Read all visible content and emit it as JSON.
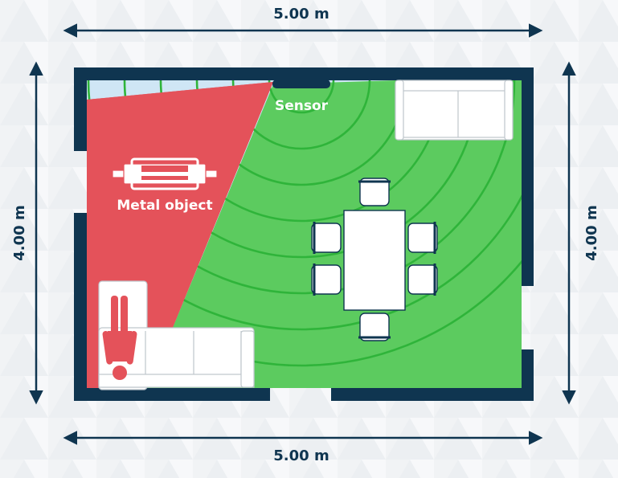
{
  "dimensions": {
    "top": "5.00 m",
    "bottom": "5.00 m",
    "left": "4.00 m",
    "right": "4.00 m"
  },
  "labels": {
    "sensor": "Sensor",
    "metal_object": "Metal object"
  },
  "colors": {
    "wall": "#0f3550",
    "blind_zone": "#e4525a",
    "detection_zone": "#5ccb5f",
    "wave_lines": "#2fb43a",
    "background": "#f4f6f8",
    "person": "#e4525a",
    "furniture": "#ffffff"
  },
  "icons": {
    "sensor": "sensor-bar-icon",
    "metal_object": "metal-object-icon",
    "person": "lying-person-icon",
    "arrows": "double-arrow-icon"
  }
}
